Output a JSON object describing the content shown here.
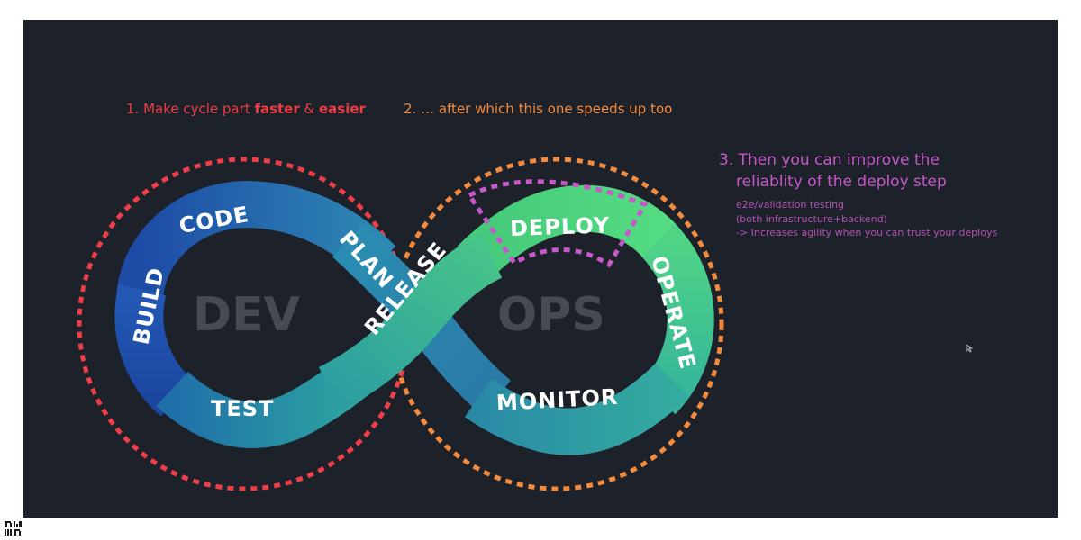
{
  "annotations": {
    "step1": {
      "prefix": "1. Make cycle part ",
      "faster": "faster",
      "amp": " & ",
      "easier": "easier"
    },
    "step2": "2. … after which this one speeds up too",
    "step3": {
      "line1": "3. Then you can improve the",
      "line2": "reliablity of the deploy step",
      "notes": [
        "e2e/validation testing",
        "(both infrastructure+backend)",
        "-> Increases agility when you can trust your deploys"
      ]
    }
  },
  "diagram": {
    "dev_label": "DEV",
    "ops_label": "OPS",
    "stages": {
      "code": "CODE",
      "plan": "PLAN",
      "build": "BUILD",
      "test": "TEST",
      "release": "RELEASE",
      "deploy": "DEPLOY",
      "operate": "OPERATE",
      "monitor": "MONITOR"
    }
  },
  "colors": {
    "background": "#1d2129",
    "dev_ring": "#ee3e48",
    "ops_ring": "#f48a3c",
    "deploy_highlight": "#c658c9",
    "loop_blue": "#1f4fa8",
    "loop_teal": "#2f9aa0",
    "loop_green": "#48d67d"
  },
  "icons": {
    "cursor": "mouse-pointer-icon",
    "logo": "alma-logo-icon"
  }
}
